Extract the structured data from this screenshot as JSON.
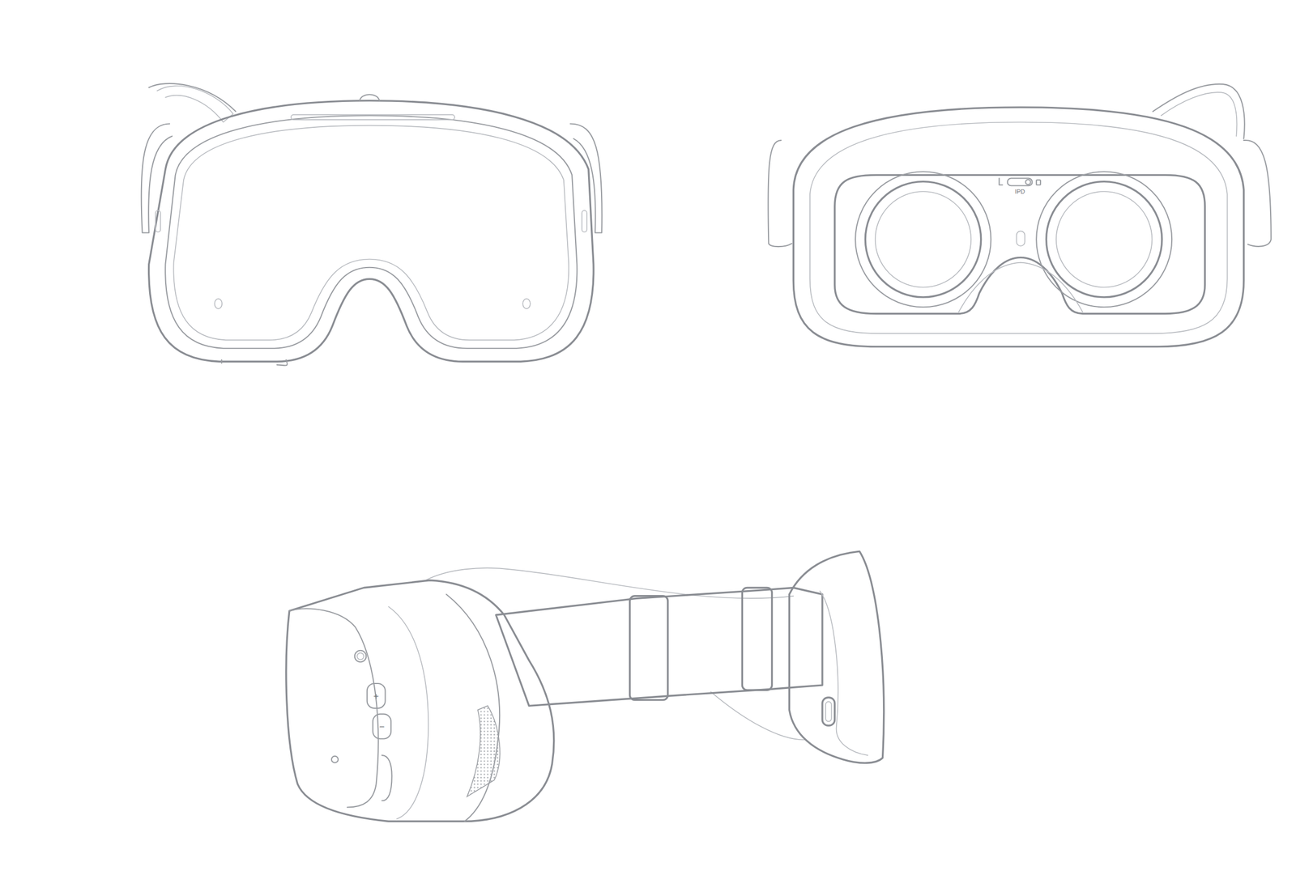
{
  "diagram": {
    "labels": [
      "IPD",
      "+",
      "−"
    ]
  }
}
